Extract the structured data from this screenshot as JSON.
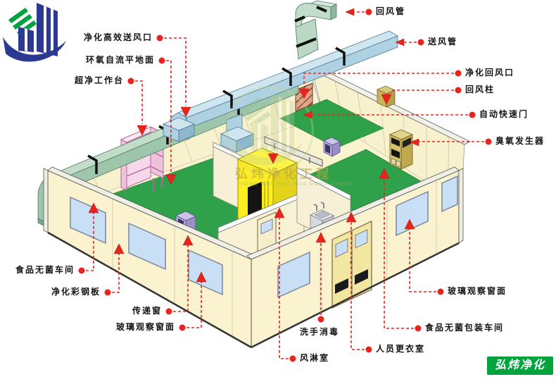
{
  "watermark": {
    "cn": "弘炜净化工程",
    "en": "HONG WEI JING HUA GONG CHENG"
  },
  "logo": {
    "name": "弘炜净化"
  },
  "labels": {
    "return_air_duct": "回风管",
    "supply_air_duct": "送风管",
    "purified_return_air_vent": "净化回风口",
    "return_air_column": "回风柱",
    "automatic_rapid_door": "自动快速门",
    "ozone_generator": "臭氧发生器",
    "hepa_supply_air_vent": "净化高效送风口",
    "epoxy_self_leveling_floor": "环氧自流平地面",
    "clean_bench": "超净工作台",
    "food_sterile_workshop": "食品无菌车间",
    "purified_color_steel_panel": "净化彩钢板",
    "transfer_window": "传递窗",
    "glass_observation_window_left": "玻璃观察窗面",
    "glass_observation_window_right": "玻璃观察窗面",
    "hand_wash_disinfection": "洗手消毒",
    "air_shower_room": "风淋室",
    "staff_changing_room": "人员更衣室",
    "food_sterile_packaging_workshop": "食品无菌包装车间"
  },
  "colors": {
    "floor_green": "#2FA14B",
    "wall_cream": "#FBF3D0",
    "return_duct_green": "#C2DECA",
    "supply_duct_blue": "#CFE6F0",
    "leader_red": "#E8251D",
    "air_shower_yellow": "#FCEE21",
    "logo_blue": "#2B3990",
    "logo_green": "#00A33E"
  }
}
